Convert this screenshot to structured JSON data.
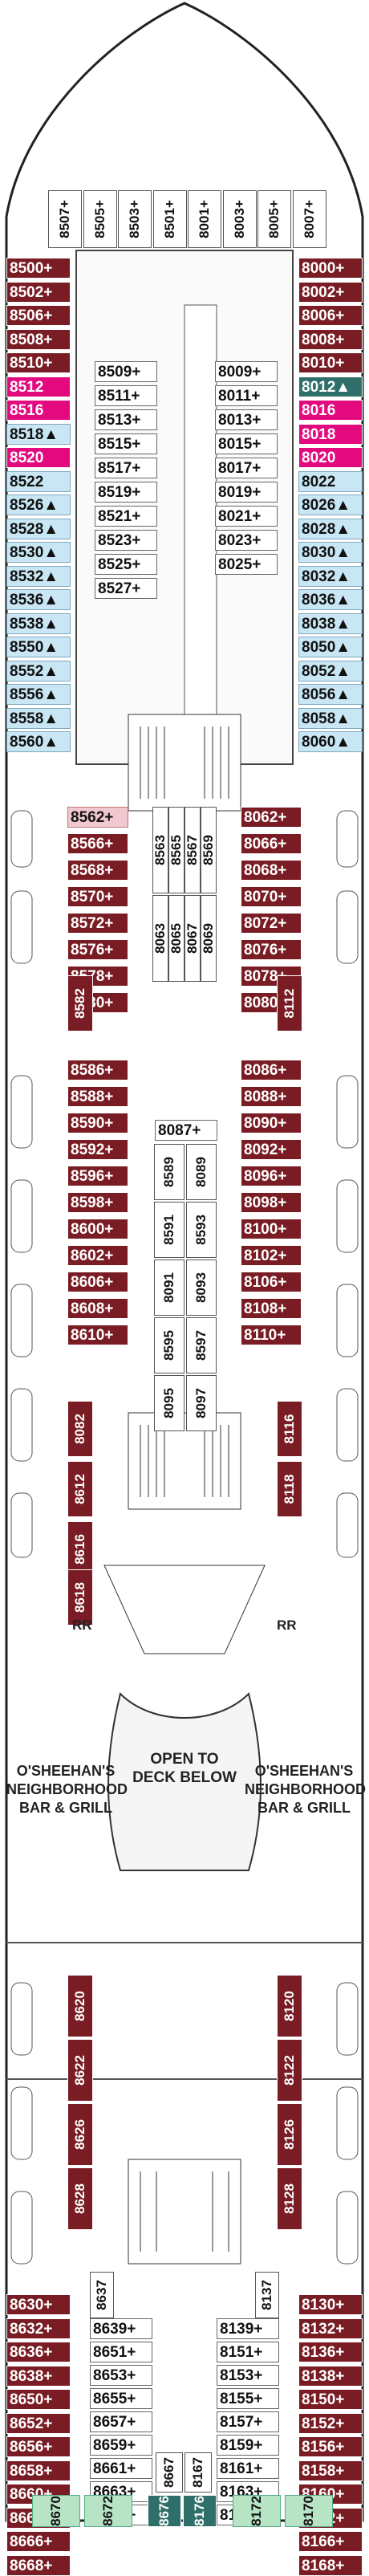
{
  "labels": {
    "open": "OPEN TO\nDECK BELOW",
    "bar_left": "O'SHEEHAN'S\nNEIGHBORHOOD\nBAR & GRILL",
    "bar_right": "O'SHEEHAN'S\nNEIGHBORHOOD\nBAR & GRILL",
    "rr": "RR"
  },
  "colors": {
    "suite": "#7a1c24",
    "pink": "#e3097f",
    "oceanview": "#c9e6f4",
    "teal": "#2f6f6a",
    "spa": "#b7e4c4",
    "hull": "#222222"
  },
  "forward_vertical": [
    "8507+",
    "8505+",
    "8503+",
    "8501+",
    "8001+",
    "8003+",
    "8005+",
    "8007+"
  ],
  "left_outer": [
    "8500+",
    "8502+",
    "8506+",
    "8508+",
    "8510+",
    "8512",
    "8516",
    "8518▲",
    "8520",
    "8522",
    "8526▲",
    "8528▲",
    "8530▲",
    "8532▲",
    "8536▲",
    "8538▲",
    "8550▲",
    "8552▲",
    "8556▲",
    "8558▲",
    "8560▲"
  ],
  "right_outer": [
    "8000+",
    "8002+",
    "8006+",
    "8008+",
    "8010+",
    "8012▲",
    "8016",
    "8018",
    "8020",
    "8022",
    "8026▲",
    "8028▲",
    "8030▲",
    "8032▲",
    "8036▲",
    "8038▲",
    "8050▲",
    "8052▲",
    "8056▲",
    "8058▲",
    "8060▲"
  ],
  "left_inner": [
    "8509+",
    "8511+",
    "8513+",
    "8515+",
    "8517+",
    "8519+",
    "8521+",
    "8523+",
    "8525+",
    "8527+"
  ],
  "right_inner": [
    "8009+",
    "8011+",
    "8013+",
    "8015+",
    "8017+",
    "8019+",
    "8021+",
    "8023+",
    "8025+"
  ],
  "mid_left": [
    "8562+",
    "8566+",
    "8568+",
    "8570+",
    "8572+",
    "8576+",
    "8578+",
    "8580+"
  ],
  "mid_right": [
    "8062+",
    "8066+",
    "8068+",
    "8070+",
    "8072+",
    "8076+",
    "8078+",
    "8080+"
  ],
  "center_vertical": [
    "8563",
    "8565",
    "8567",
    "8569",
    "8063",
    "8065",
    "8067",
    "8069"
  ],
  "side_vertical": [
    "8582",
    "8082",
    "8612",
    "8616",
    "8618",
    "8112",
    "8116",
    "8118"
  ],
  "mid2_left": [
    "8586+",
    "8588+",
    "8590+",
    "8592+",
    "8596+",
    "8598+",
    "8600+",
    "8602+",
    "8606+",
    "8608+",
    "8610+"
  ],
  "mid2_right": [
    "8086+",
    "8088+",
    "8090+",
    "8092+",
    "8096+",
    "8098+",
    "8100+",
    "8102+",
    "8106+",
    "8108+",
    "8110+"
  ],
  "center2": [
    "8087+",
    "8589",
    "8089",
    "8591",
    "8593",
    "8091",
    "8093",
    "8595",
    "8597",
    "8095",
    "8097"
  ],
  "aft_inner_vertical": [
    "8620",
    "8622",
    "8626",
    "8628",
    "8120",
    "8122",
    "8126",
    "8128"
  ],
  "aft_left": [
    "8630+",
    "8632+",
    "8636+",
    "8638+",
    "8650+",
    "8652+",
    "8656+",
    "8658+",
    "8660+",
    "8662+",
    "8666+",
    "8668+"
  ],
  "aft_right": [
    "8130+",
    "8132+",
    "8136+",
    "8138+",
    "8150+",
    "8152+",
    "8156+",
    "8158+",
    "8160+",
    "8162+",
    "8166+",
    "8168+"
  ],
  "aft_center_left": [
    "8637",
    "8639+",
    "8651+",
    "8653+",
    "8655+",
    "8657+",
    "8659+",
    "8661+",
    "8663+",
    "8665+"
  ],
  "aft_center_right": [
    "8137",
    "8139+",
    "8151+",
    "8153+",
    "8155+",
    "8157+",
    "8159+",
    "8161+",
    "8163+",
    "8165+"
  ],
  "stern": [
    "8670",
    "8672",
    "8676",
    "8176",
    "8172",
    "8170",
    "8667",
    "8167"
  ]
}
